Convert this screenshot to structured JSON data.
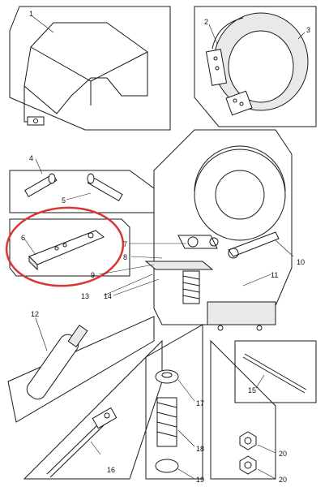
{
  "labels": {
    "l1": "1",
    "l2": "2",
    "l3": "3",
    "l4": "4",
    "l5": "5",
    "l6": "6",
    "l7": "7",
    "l8": "8",
    "l9": "9",
    "l10": "10",
    "l11": "11",
    "l12": "12",
    "l13": "13",
    "l14": "14",
    "l15": "15",
    "l16": "16",
    "l17": "17",
    "l18": "18",
    "l19": "19",
    "l20a": "20",
    "l20b": "20"
  },
  "colors": {
    "highlight": "#d8362f",
    "line": "#1a1a1a",
    "shade": "#e9e9e9"
  }
}
